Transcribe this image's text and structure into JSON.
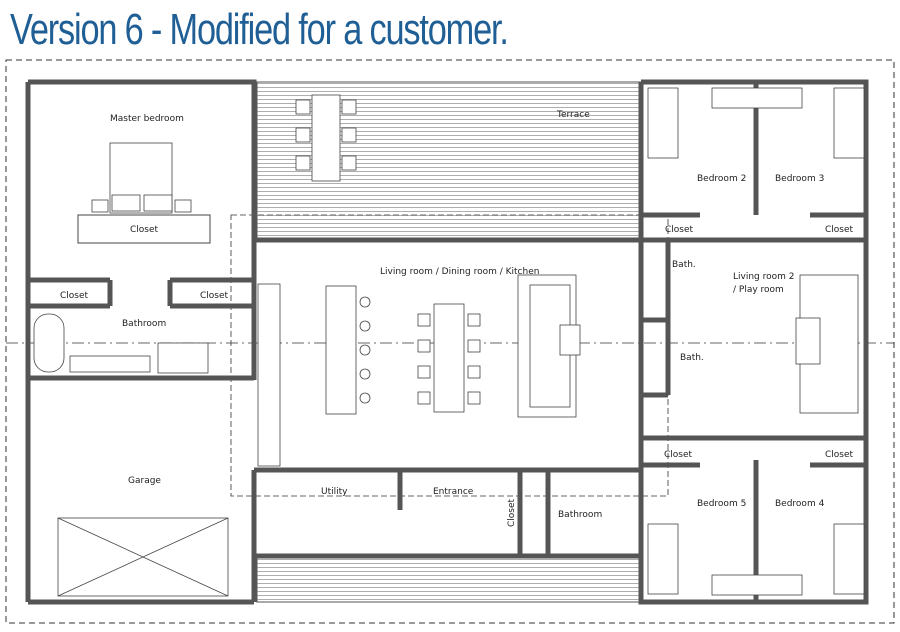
{
  "title": "Version 6 - Modified for a customer.",
  "rooms": {
    "master_bedroom": "Master bedroom",
    "terrace": "Terrace",
    "bedroom2": "Bedroom 2",
    "bedroom3": "Bedroom 3",
    "closet_master": "Closet",
    "closet_b2": "Closet",
    "closet_b3": "Closet",
    "living": "Living room / Dining room / Kitchen",
    "living2_line1": "Living room 2",
    "living2_line2": "/ Play room",
    "bath_top": "Bath.",
    "bath_bottom": "Bath.",
    "closet_left1": "Closet",
    "closet_left2": "Closet",
    "bathroom_master": "Bathroom",
    "garage": "Garage",
    "utility": "Utility",
    "entrance": "Entrance",
    "closet_entrance": "Closet",
    "bathroom_small": "Bathroom",
    "closet_b5": "Closet",
    "closet_b4": "Closet",
    "bedroom5": "Bedroom 5",
    "bedroom4": "Bedroom 4"
  },
  "colors": {
    "title": "#1f5f95",
    "wall": "#555555",
    "line": "#333333"
  }
}
